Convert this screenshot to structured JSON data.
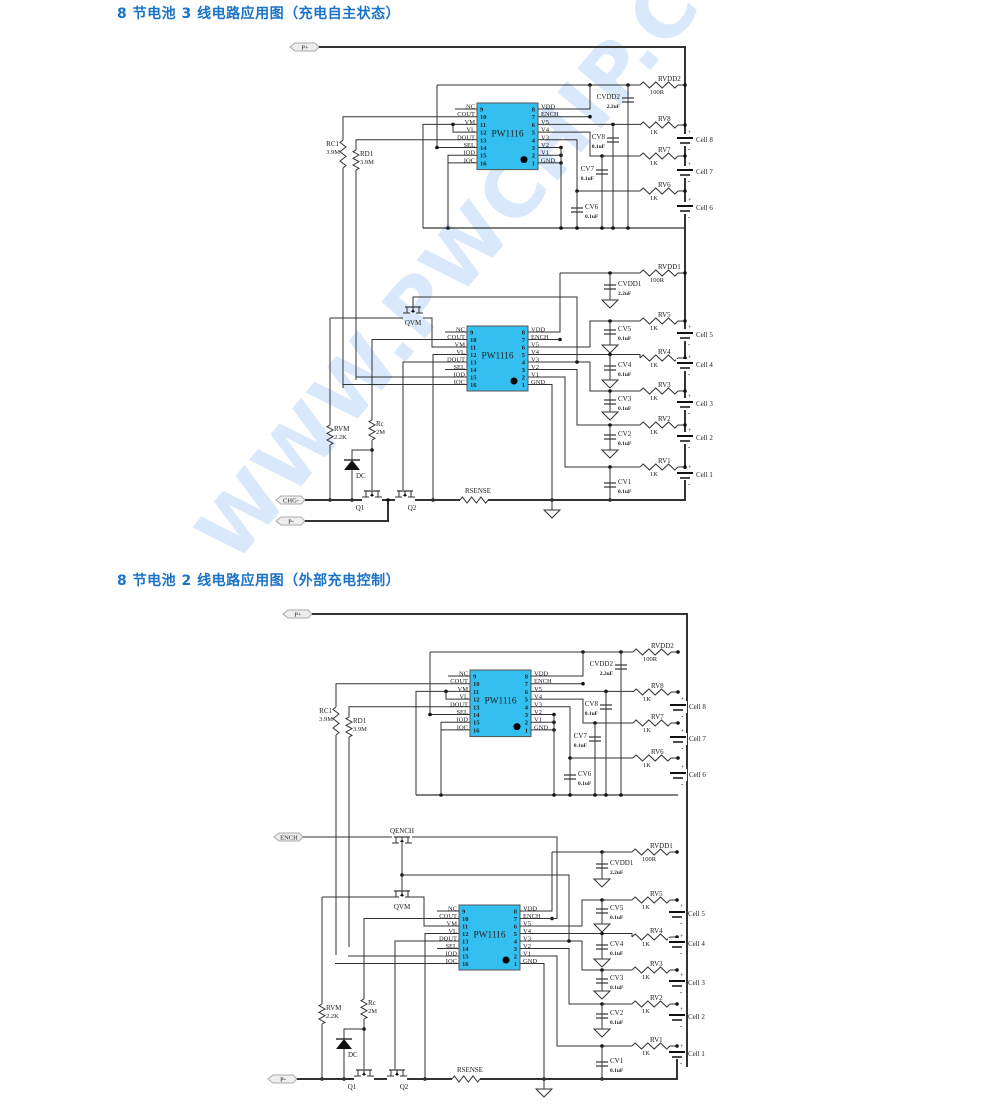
{
  "titles": [
    "8 节电池 3 线电路应用图（充电自主状态）",
    "8 节电池 2 线电路应用图（外部充电控制）"
  ],
  "watermark": "WWW.PWCHIP.COM",
  "ic": {
    "name": "PW1116",
    "left_pins": [
      "NC",
      "COUT",
      "VM",
      "VL",
      "DOUT",
      "SEL",
      "IOD",
      "IOC"
    ],
    "left_nums": [
      "9",
      "10",
      "11",
      "12",
      "13",
      "14",
      "15",
      "16"
    ],
    "right_pins": [
      "VDD",
      "ENCH",
      "V5",
      "V4",
      "V3",
      "V2",
      "V1",
      "GND"
    ],
    "right_nums": [
      "8",
      "7",
      "6",
      "5",
      "4",
      "3",
      "2",
      "1"
    ]
  },
  "colors": {
    "ic_fill": "#33bff0",
    "wire": "#333333",
    "title": "#1a73c8"
  },
  "diagrams": [
    {
      "terminals": {
        "p_plus": "P+",
        "chg_minus": "CHG-",
        "p_minus": "P-"
      },
      "upper": {
        "rvdd": [
          "RVDD2",
          "100R"
        ],
        "cvdd": [
          "CVDD2",
          "2.2uF"
        ],
        "rv": [
          [
            "RV8",
            "1K"
          ],
          [
            "RV7",
            "1K"
          ],
          [
            "RV6",
            "1K"
          ]
        ],
        "cv": [
          [
            "CV8",
            "0.1uF"
          ],
          [
            "CV7",
            "0.1uF"
          ],
          [
            "CV6",
            "0.1uF"
          ]
        ],
        "rc": [
          "RC1",
          "3.9M"
        ],
        "rd": [
          "RD1",
          "3.9M"
        ],
        "cells": [
          "Cell 8",
          "Cell 7",
          "Cell 6"
        ]
      },
      "lower": {
        "rvdd": [
          "RVDD1",
          "100R"
        ],
        "cvdd": [
          "CVDD1",
          "2.2uF"
        ],
        "rv": [
          [
            "RV5",
            "1K"
          ],
          [
            "RV4",
            "1K"
          ],
          [
            "RV3",
            "1K"
          ],
          [
            "RV2",
            "1K"
          ],
          [
            "RV1",
            "1K"
          ]
        ],
        "cv": [
          [
            "CV5",
            "0.1uF"
          ],
          [
            "CV4",
            "0.1uF"
          ],
          [
            "CV3",
            "0.1uF"
          ],
          [
            "CV2",
            "0.1uF"
          ],
          [
            "CV1",
            "0.1uF"
          ]
        ],
        "cells": [
          "Cell 5",
          "Cell 4",
          "Cell 3",
          "Cell 2",
          "Cell 1"
        ],
        "rvm": [
          "RVM",
          "2.2K"
        ],
        "rc": [
          "Rc",
          "2M"
        ],
        "dc": "DC",
        "qvm": "QVM",
        "q1": "Q1",
        "q2": "Q2",
        "rsense": "RSENSE"
      }
    },
    {
      "terminals": {
        "p_plus": "P+",
        "enchIn": "ENCH",
        "p_minus": "P-"
      },
      "upper": {
        "rvdd": [
          "RVDD2",
          "100R"
        ],
        "cvdd": [
          "CVDD2",
          "2.2uF"
        ],
        "rv": [
          [
            "RV8",
            "1K"
          ],
          [
            "RV7",
            "1K"
          ],
          [
            "RV6",
            "1K"
          ]
        ],
        "cv": [
          [
            "CV8",
            "0.1uF"
          ],
          [
            "CV7",
            "0.1uF"
          ],
          [
            "CV6",
            "0.1uF"
          ]
        ],
        "rc": [
          "RC1",
          "3.9M"
        ],
        "rd": [
          "RD1",
          "3.9M"
        ],
        "cells": [
          "Cell 8",
          "Cell 7",
          "Cell 6"
        ]
      },
      "lower": {
        "rvdd": [
          "RVDD1",
          "100R"
        ],
        "cvdd": [
          "CVDD1",
          "2.2uF"
        ],
        "rv": [
          [
            "RV5",
            "1K"
          ],
          [
            "RV4",
            "1K"
          ],
          [
            "RV3",
            "1K"
          ],
          [
            "RV2",
            "1K"
          ],
          [
            "RV1",
            "1K"
          ]
        ],
        "cv": [
          [
            "CV5",
            "0.1uF"
          ],
          [
            "CV4",
            "0.1uF"
          ],
          [
            "CV3",
            "0.1uF"
          ],
          [
            "CV2",
            "0.1uF"
          ],
          [
            "CV1",
            "0.1uF"
          ]
        ],
        "cells": [
          "Cell 5",
          "Cell 4",
          "Cell 3",
          "Cell 2",
          "Cell 1"
        ],
        "rvm": [
          "RVM",
          "2.2K"
        ],
        "rc": [
          "Rc",
          "2M"
        ],
        "dc": "DC",
        "qvm": "QVM",
        "qench": "QENCH",
        "q1": "Q1",
        "q2": "Q2",
        "rsense": "RSENSE"
      }
    }
  ]
}
